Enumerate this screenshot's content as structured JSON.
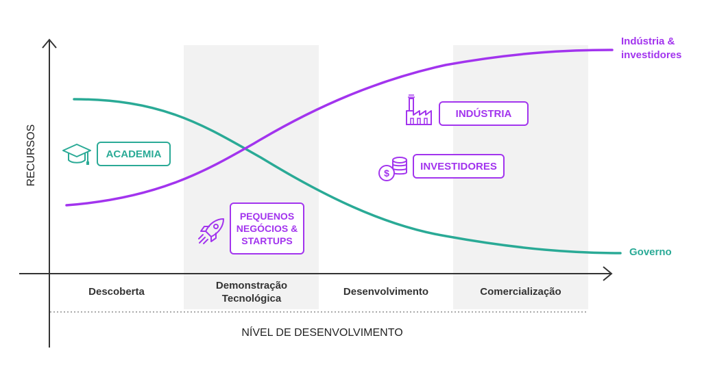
{
  "axes": {
    "y_label": "RECURSOS",
    "x_label": "NÍVEL DE DESENVOLVIMENTO"
  },
  "stages": [
    {
      "label": "Descoberta",
      "shaded": false
    },
    {
      "label": "Demonstração Tecnológica",
      "shaded": true
    },
    {
      "label": "Desenvolvimento",
      "shaded": false
    },
    {
      "label": "Comercialização",
      "shaded": true
    }
  ],
  "curves": {
    "purple": {
      "label": "Indústria & investidores",
      "color": "#a234ee",
      "trend": "increasing"
    },
    "teal": {
      "label": "Governo",
      "color": "#2aaa96",
      "trend": "decreasing"
    }
  },
  "actors": {
    "academia": {
      "label": "ACADEMIA",
      "icon": "graduation-cap-icon",
      "color": "#2aaa96"
    },
    "startups": {
      "label": "PEQUENOS NEGÓCIOS & STARTUPS",
      "icon": "rocket-icon",
      "color": "#a234ee"
    },
    "industria": {
      "label": "INDÚSTRIA",
      "icon": "factory-icon",
      "color": "#a234ee"
    },
    "investidores": {
      "label": "INVESTIDORES",
      "icon": "coins-icon",
      "color": "#a234ee"
    }
  },
  "colors": {
    "axis": "#333333",
    "shade": "#f2f2f2",
    "teal": "#2aaa96",
    "purple": "#a234ee"
  }
}
